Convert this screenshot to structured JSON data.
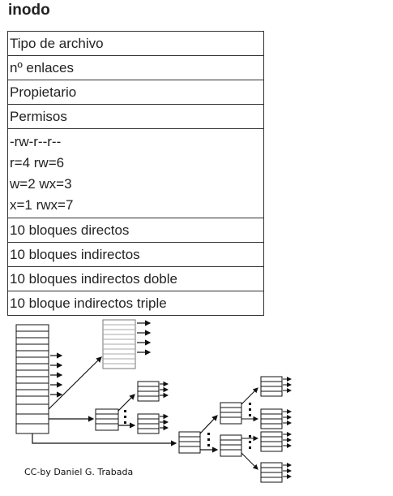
{
  "heading": "inodo",
  "rows": [
    "Tipo de archivo",
    "nº enlaces",
    "Propietario",
    "Permisos"
  ],
  "permissions_lines": [
    "-rw-r--r--",
    "r=4 rw=6",
    "w=2 wx=3",
    "x=1 rwx=7"
  ],
  "block_rows": [
    "10 bloques directos",
    "10 bloques indirectos",
    "10 bloques indirectos doble",
    "10 bloque indirectos triple"
  ],
  "diagram": {
    "credit": "CC-by Daniel G. Trabada"
  }
}
